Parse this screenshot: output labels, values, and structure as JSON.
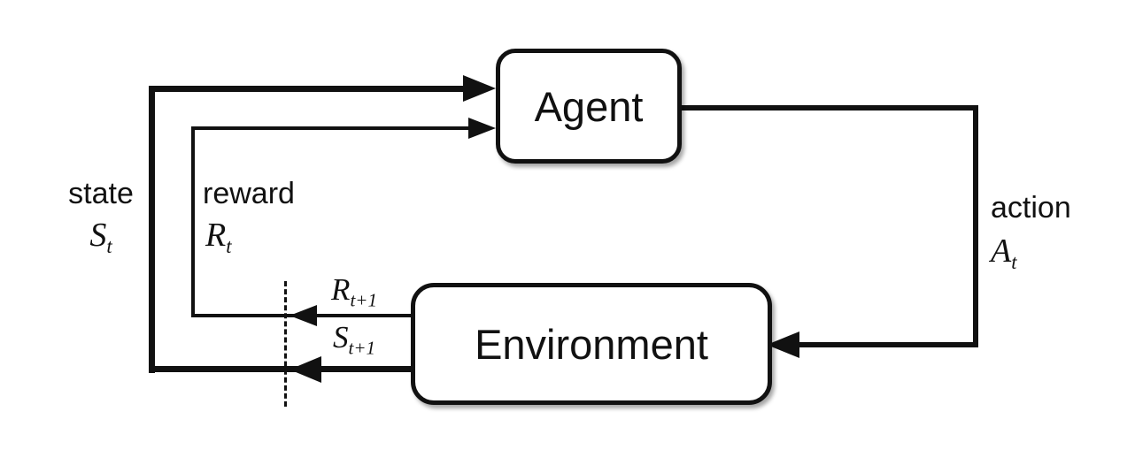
{
  "diagram": {
    "background": "#ffffff",
    "line_color": "#111111",
    "nodes": {
      "agent": {
        "label": "Agent"
      },
      "environment": {
        "label": "Environment"
      }
    },
    "edges": {
      "state": {
        "word": "state",
        "symbol": "S",
        "subscript": "t"
      },
      "reward": {
        "word": "reward",
        "symbol": "R",
        "subscript": "t"
      },
      "action": {
        "word": "action",
        "symbol": "A",
        "subscript": "t"
      },
      "next_reward": {
        "symbol": "R",
        "subscript": "t+1"
      },
      "next_state": {
        "symbol": "S",
        "subscript": "t+1"
      }
    }
  }
}
